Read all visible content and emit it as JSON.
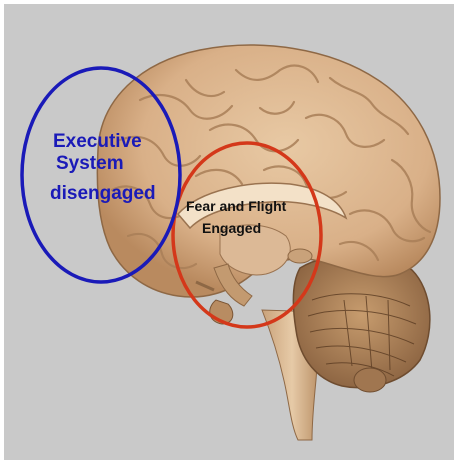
{
  "labels": {
    "executive": [
      "Executive",
      "System",
      "disengaged"
    ],
    "fear": [
      "Fear and Flight",
      "Engaged"
    ]
  },
  "colors": {
    "executive_circle": "#1a1ab8",
    "fear_circle": "#d4381a",
    "background": "#c9c9c9"
  }
}
